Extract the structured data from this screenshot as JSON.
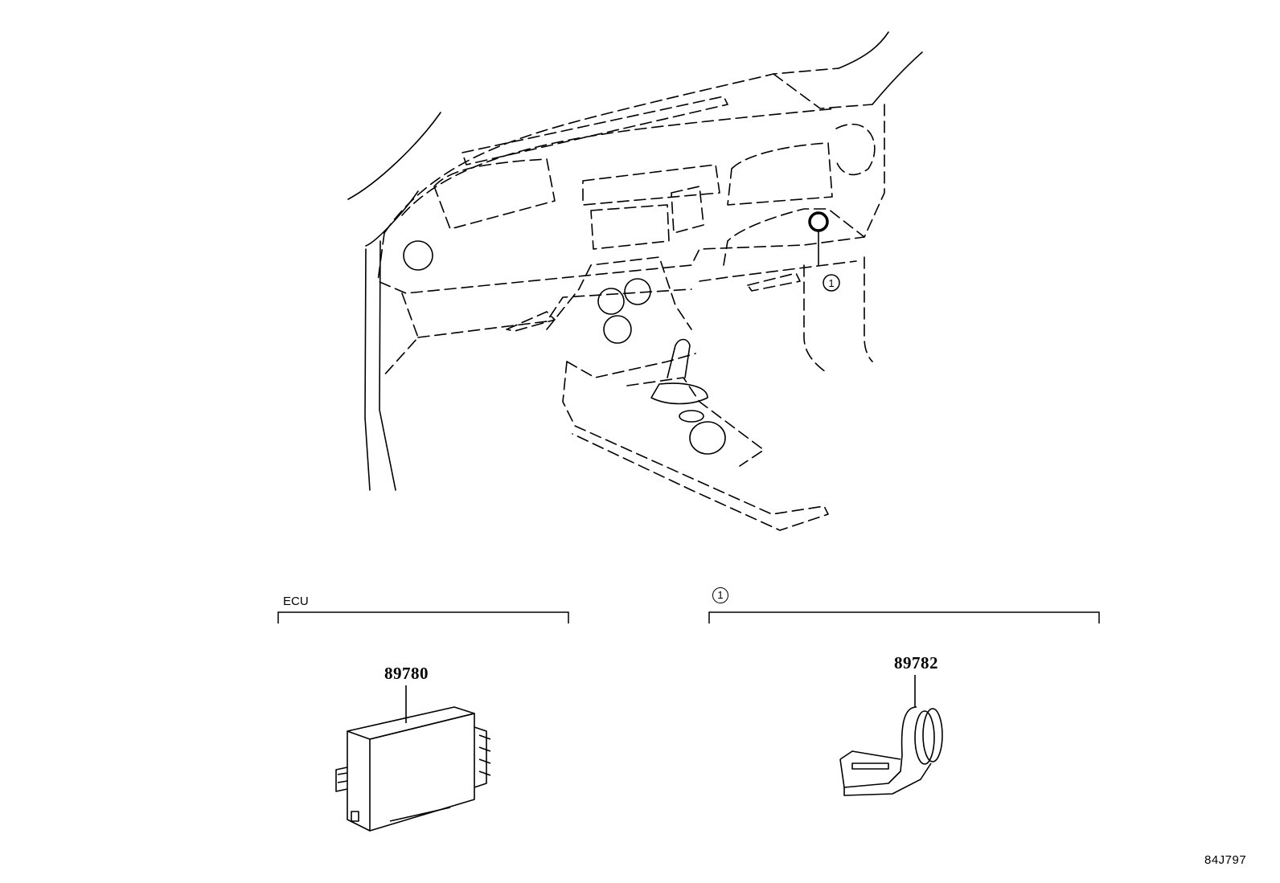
{
  "diagram": {
    "groups": [
      {
        "label": "ECU",
        "part_number": "89780"
      },
      {
        "label": "1",
        "part_number": "89782"
      }
    ],
    "dashboard_callout": "1",
    "reference_code": "84J797"
  }
}
